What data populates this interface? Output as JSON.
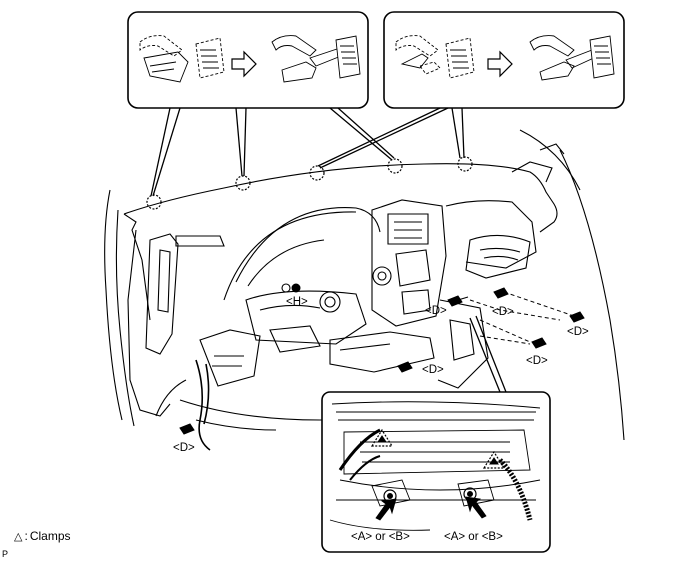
{
  "labels": {
    "D": "<D>",
    "H": "<H>",
    "A_or_B": "<A> or <B>"
  },
  "legend": {
    "symbol": "△",
    "separator": ":",
    "text": "Clamps"
  },
  "figure_code": "P",
  "colors": {
    "line": "#000000",
    "background": "#ffffff"
  }
}
